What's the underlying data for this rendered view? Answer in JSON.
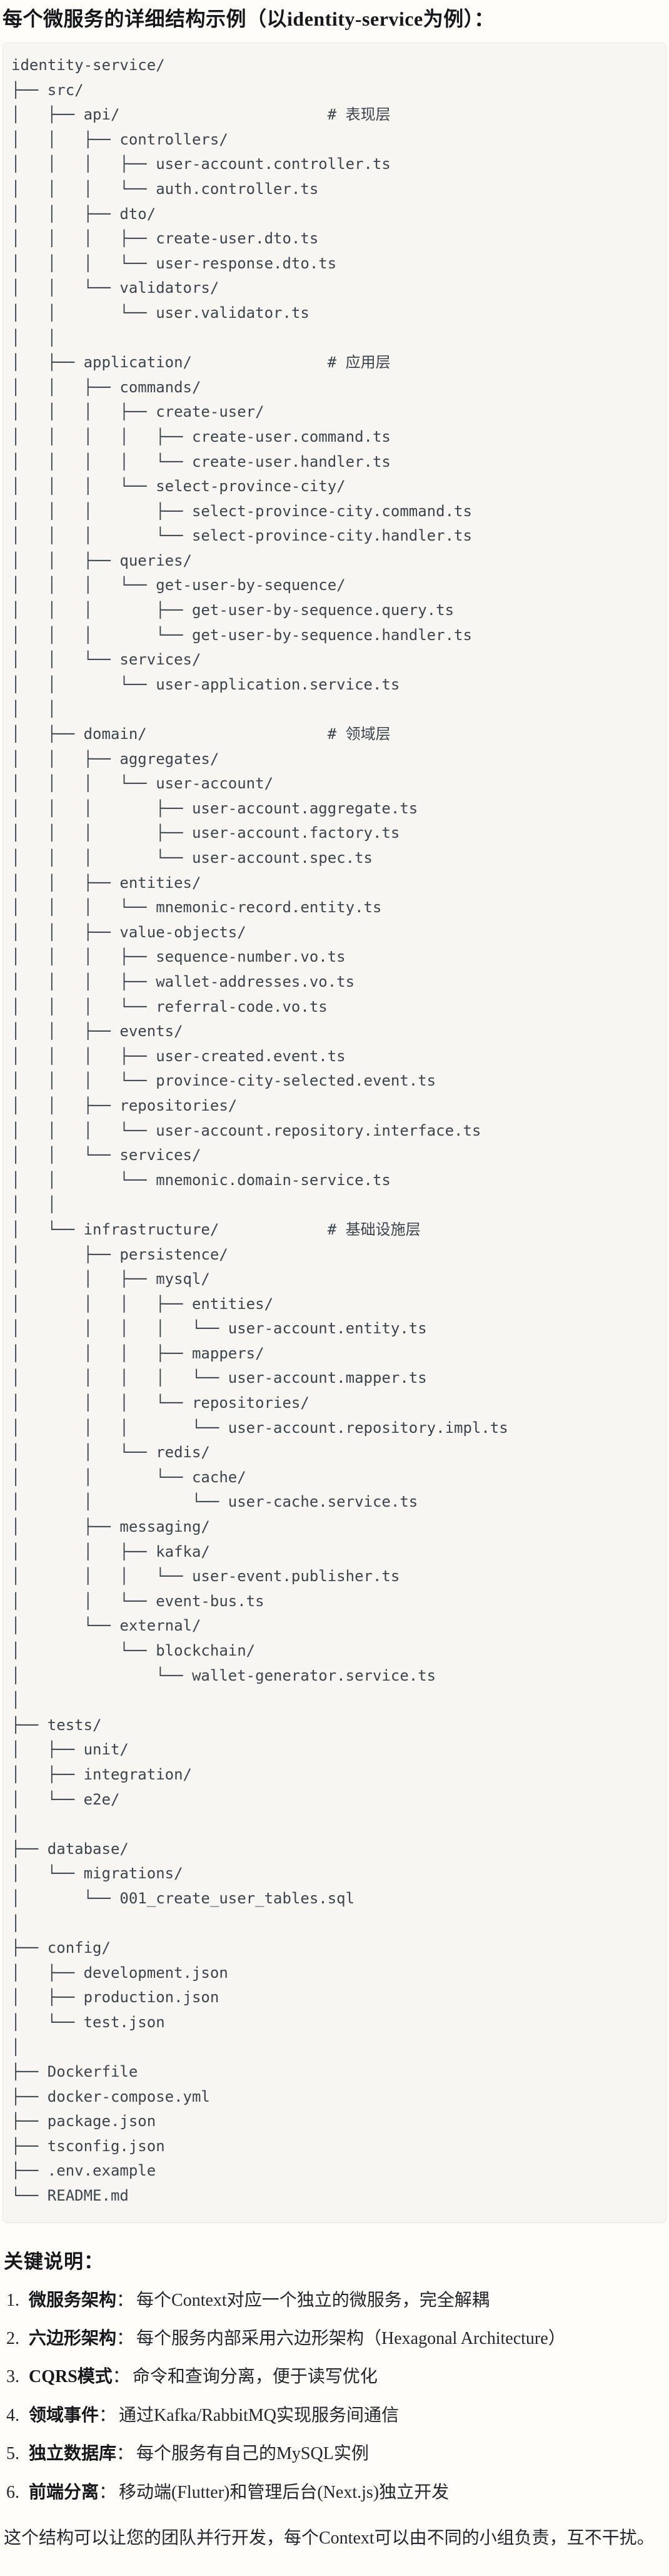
{
  "title": "每个微服务的详细结构示例（以identity-service为例）：",
  "tree_lines": [
    "identity-service/",
    "├── src/",
    "│   ├── api/                       # 表现层",
    "│   │   ├── controllers/",
    "│   │   │   ├── user-account.controller.ts",
    "│   │   │   └── auth.controller.ts",
    "│   │   ├── dto/",
    "│   │   │   ├── create-user.dto.ts",
    "│   │   │   └── user-response.dto.ts",
    "│   │   └── validators/",
    "│   │       └── user.validator.ts",
    "│   │",
    "│   ├── application/               # 应用层",
    "│   │   ├── commands/",
    "│   │   │   ├── create-user/",
    "│   │   │   │   ├── create-user.command.ts",
    "│   │   │   │   └── create-user.handler.ts",
    "│   │   │   └── select-province-city/",
    "│   │   │       ├── select-province-city.command.ts",
    "│   │   │       └── select-province-city.handler.ts",
    "│   │   ├── queries/",
    "│   │   │   └── get-user-by-sequence/",
    "│   │   │       ├── get-user-by-sequence.query.ts",
    "│   │   │       └── get-user-by-sequence.handler.ts",
    "│   │   └── services/",
    "│   │       └── user-application.service.ts",
    "│   │",
    "│   ├── domain/                    # 领域层",
    "│   │   ├── aggregates/",
    "│   │   │   └── user-account/",
    "│   │   │       ├── user-account.aggregate.ts",
    "│   │   │       ├── user-account.factory.ts",
    "│   │   │       └── user-account.spec.ts",
    "│   │   ├── entities/",
    "│   │   │   └── mnemonic-record.entity.ts",
    "│   │   ├── value-objects/",
    "│   │   │   ├── sequence-number.vo.ts",
    "│   │   │   ├── wallet-addresses.vo.ts",
    "│   │   │   └── referral-code.vo.ts",
    "│   │   ├── events/",
    "│   │   │   ├── user-created.event.ts",
    "│   │   │   └── province-city-selected.event.ts",
    "│   │   ├── repositories/",
    "│   │   │   └── user-account.repository.interface.ts",
    "│   │   └── services/",
    "│   │       └── mnemonic.domain-service.ts",
    "│   │",
    "│   └── infrastructure/            # 基础设施层",
    "│       ├── persistence/",
    "│       │   ├── mysql/",
    "│       │   │   ├── entities/",
    "│       │   │   │   └── user-account.entity.ts",
    "│       │   │   ├── mappers/",
    "│       │   │   │   └── user-account.mapper.ts",
    "│       │   │   └── repositories/",
    "│       │   │       └── user-account.repository.impl.ts",
    "│       │   └── redis/",
    "│       │       └── cache/",
    "│       │           └── user-cache.service.ts",
    "│       ├── messaging/",
    "│       │   ├── kafka/",
    "│       │   │   └── user-event.publisher.ts",
    "│       │   └── event-bus.ts",
    "│       └── external/",
    "│           └── blockchain/",
    "│               └── wallet-generator.service.ts",
    "│",
    "├── tests/",
    "│   ├── unit/",
    "│   ├── integration/",
    "│   └── e2e/",
    "│",
    "├── database/",
    "│   └── migrations/",
    "│       └── 001_create_user_tables.sql",
    "│",
    "├── config/",
    "│   ├── development.json",
    "│   ├── production.json",
    "│   └── test.json",
    "│",
    "├── Dockerfile",
    "├── docker-compose.yml",
    "├── package.json",
    "├── tsconfig.json",
    "├── .env.example",
    "└── README.md"
  ],
  "notes": {
    "heading": "关键说明：",
    "items": [
      {
        "num": "1.",
        "term": "微服务架构",
        "sep": "：",
        "desc": "每个Context对应一个独立的微服务，完全解耦"
      },
      {
        "num": "2.",
        "term": "六边形架构",
        "sep": "：",
        "desc": "每个服务内部采用六边形架构（Hexagonal Architecture）"
      },
      {
        "num": "3.",
        "term": "CQRS模式",
        "sep": "：",
        "desc": "命令和查询分离，便于读写优化"
      },
      {
        "num": "4.",
        "term": "领域事件",
        "sep": "：",
        "desc": "通过Kafka/RabbitMQ实现服务间通信"
      },
      {
        "num": "5.",
        "term": "独立数据库",
        "sep": "：",
        "desc": "每个服务有自己的MySQL实例"
      },
      {
        "num": "6.",
        "term": "前端分离",
        "sep": "：",
        "desc": "移动端(Flutter)和管理后台(Next.js)独立开发"
      }
    ],
    "footer": "这个结构可以让您的团队并行开发，每个Context可以由不同的小组负责，互不干扰。"
  },
  "colors": {
    "page_bg": "#fffdf9",
    "code_bg": "#f7f6f2",
    "code_border": "#e8e7e2",
    "tree_text": "#3e444c",
    "heading_text": "#15171a",
    "body_text": "#23262b"
  }
}
